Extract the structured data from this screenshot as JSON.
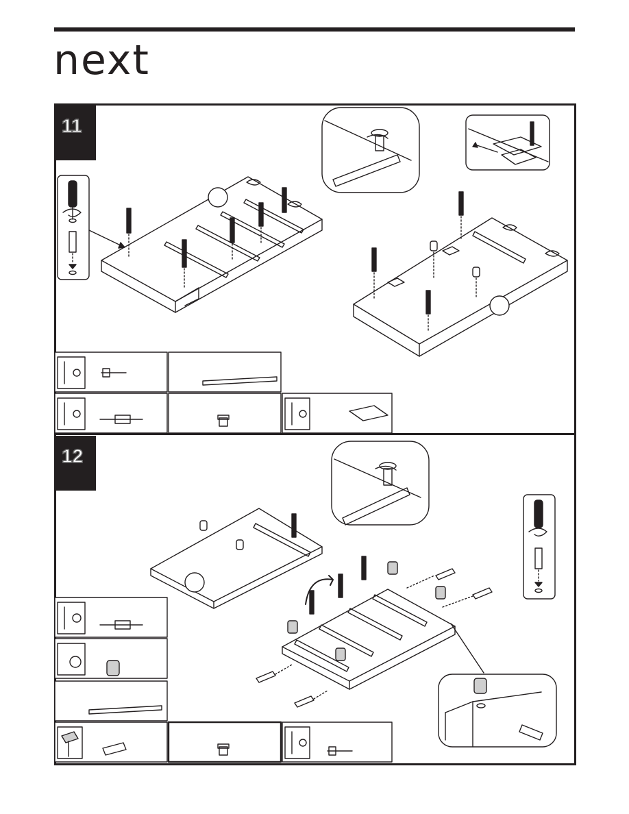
{
  "brand": {
    "logo_text": "next"
  },
  "steps": [
    {
      "number": "11"
    },
    {
      "number": "12"
    }
  ],
  "colors": {
    "ink": "#231f20",
    "step_number_stroke": "#6b6b6b",
    "paper": "#ffffff"
  },
  "icons": [
    "screwdriver-icon",
    "phillips-head-icon",
    "hammer-icon",
    "flat-head-screw-icon",
    "cam-bolt-icon",
    "runner-rail-icon",
    "cam-dowel-icon",
    "hinge-plate-icon",
    "cam-lock-icon",
    "wooden-dowel-icon"
  ]
}
